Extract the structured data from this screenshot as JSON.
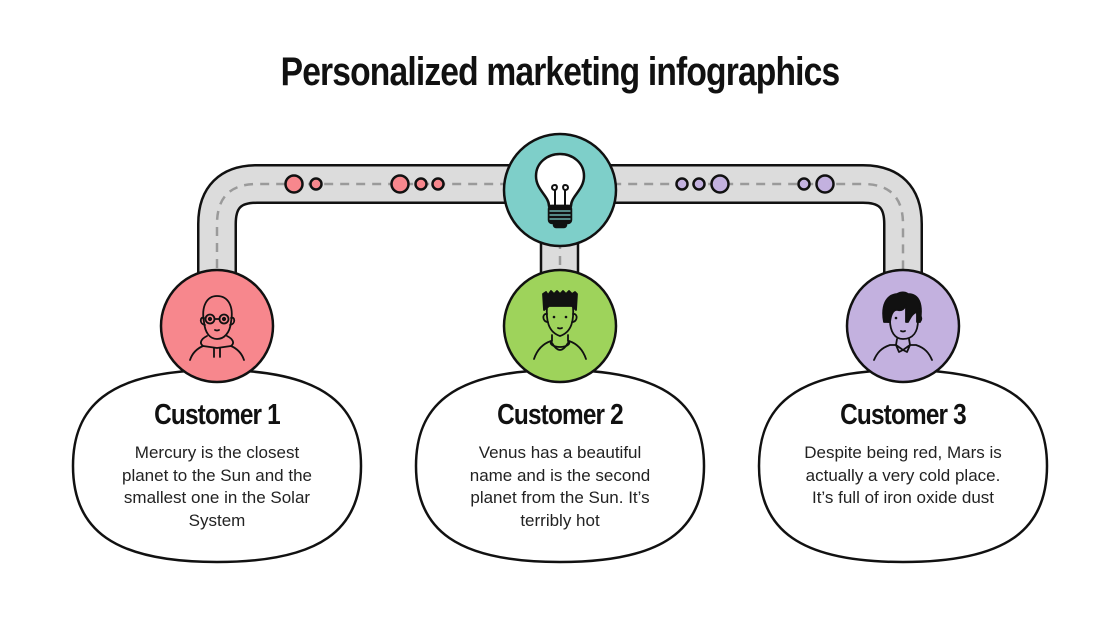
{
  "title": "Personalized marketing infographics",
  "colors": {
    "road": "#DCDCDC",
    "road_dash": "#9A9A9A",
    "outline": "#111111",
    "center_node": "#7ECFC9",
    "customer_1": "#F7878D",
    "customer_2": "#9ED35B",
    "customer_3": "#C3B1DF"
  },
  "center_node": {
    "icon": "lightbulb-icon"
  },
  "customers": [
    {
      "heading": "Customer 1",
      "body": "Mercury is the closest planet to the Sun and the smallest one in the Solar System",
      "avatar": "bald-man-glasses-hoodie-avatar",
      "color": "#F7878D"
    },
    {
      "heading": "Customer 2",
      "body": "Venus has a beautiful name and is the second planet from the Sun. It’s terribly hot",
      "avatar": "spiky-hair-boy-avatar",
      "color": "#9ED35B"
    },
    {
      "heading": "Customer 3",
      "body": "Despite being red, Mars is actually a very cold place. It’s full of iron oxide dust",
      "avatar": "long-bangs-person-avatar",
      "color": "#C3B1DF"
    }
  ]
}
